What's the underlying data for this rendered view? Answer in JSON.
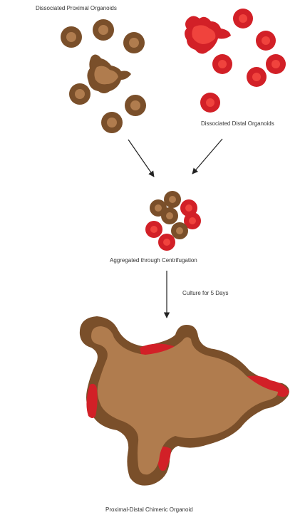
{
  "labels": {
    "proximal": "Dissociated Proximal Organoids",
    "distal": "Dissociated Distal Organoids",
    "aggregated": "Aggregated through Centrifugation",
    "culture": "Culture for 5 Days",
    "chimeric": "Proximal-Distal Chimeric Organoid"
  },
  "colors": {
    "brown_outer": "#7a4f2a",
    "brown_inner": "#b07c4e",
    "red_outer": "#d22027",
    "red_inner": "#f0433d",
    "arrow": "#222222"
  }
}
